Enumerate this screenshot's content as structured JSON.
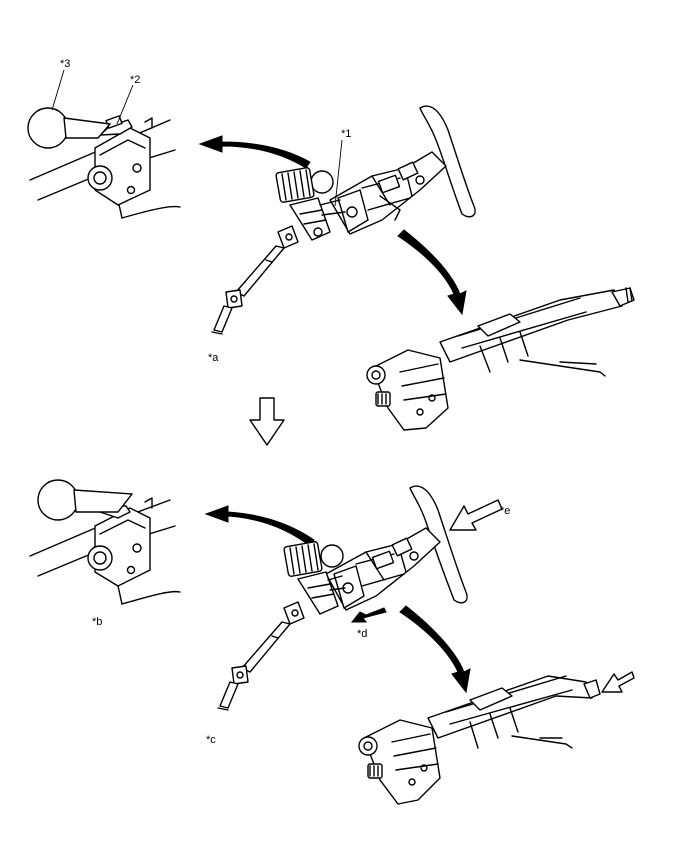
{
  "callouts": {
    "c1": "*1",
    "c2": "*2",
    "c3": "*3",
    "a": "*a",
    "b": "*b",
    "c": "*c",
    "d": "*d",
    "e": "*e"
  },
  "colors": {
    "line": "#000000",
    "background": "#ffffff"
  },
  "icons": [
    "curved-arrow-icon",
    "down-hollow-arrow-icon",
    "push-arrow-icon",
    "hollow-arrow-icon"
  ]
}
